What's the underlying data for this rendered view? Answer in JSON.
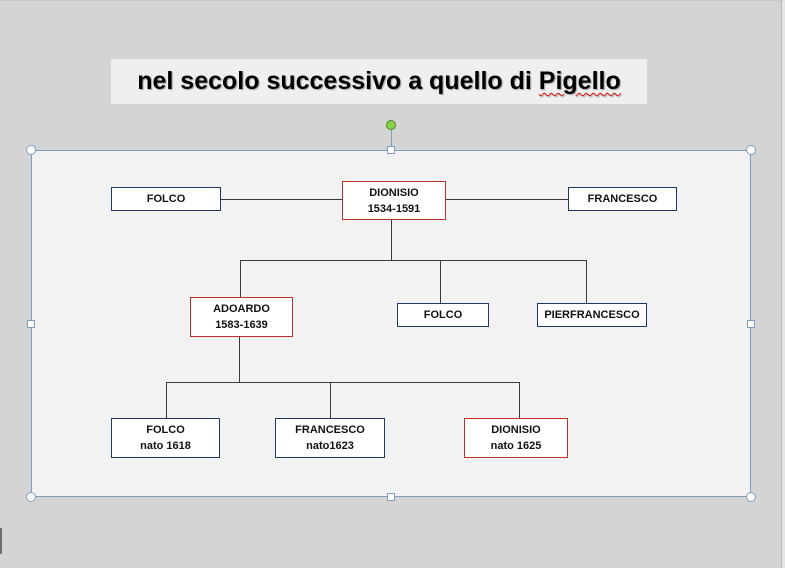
{
  "title": {
    "text_before": "nel secolo successivo a quello di ",
    "text_flagged": "Pigello"
  },
  "chart": {
    "root": {
      "name": "DIONISIO",
      "years": "1534-1591"
    },
    "root_siblings": [
      {
        "name": "FOLCO"
      },
      {
        "name": "FRANCESCO"
      }
    ],
    "children": [
      {
        "name": "ADOARDO",
        "years": "1583-1639"
      },
      {
        "name": "FOLCO"
      },
      {
        "name": "PIERFRANCESCO"
      }
    ],
    "grandchildren": [
      {
        "name": "FOLCO",
        "years": "nato 1618"
      },
      {
        "name": "FRANCESCO",
        "years": "nato1623"
      },
      {
        "name": "DIONISIO",
        "years": "nato 1625"
      }
    ]
  },
  "colors": {
    "highlight_border": "#c0302a",
    "normal_border": "#1f3864",
    "selection": "#7f9db9",
    "rotate_handle": "#8ad14c"
  }
}
